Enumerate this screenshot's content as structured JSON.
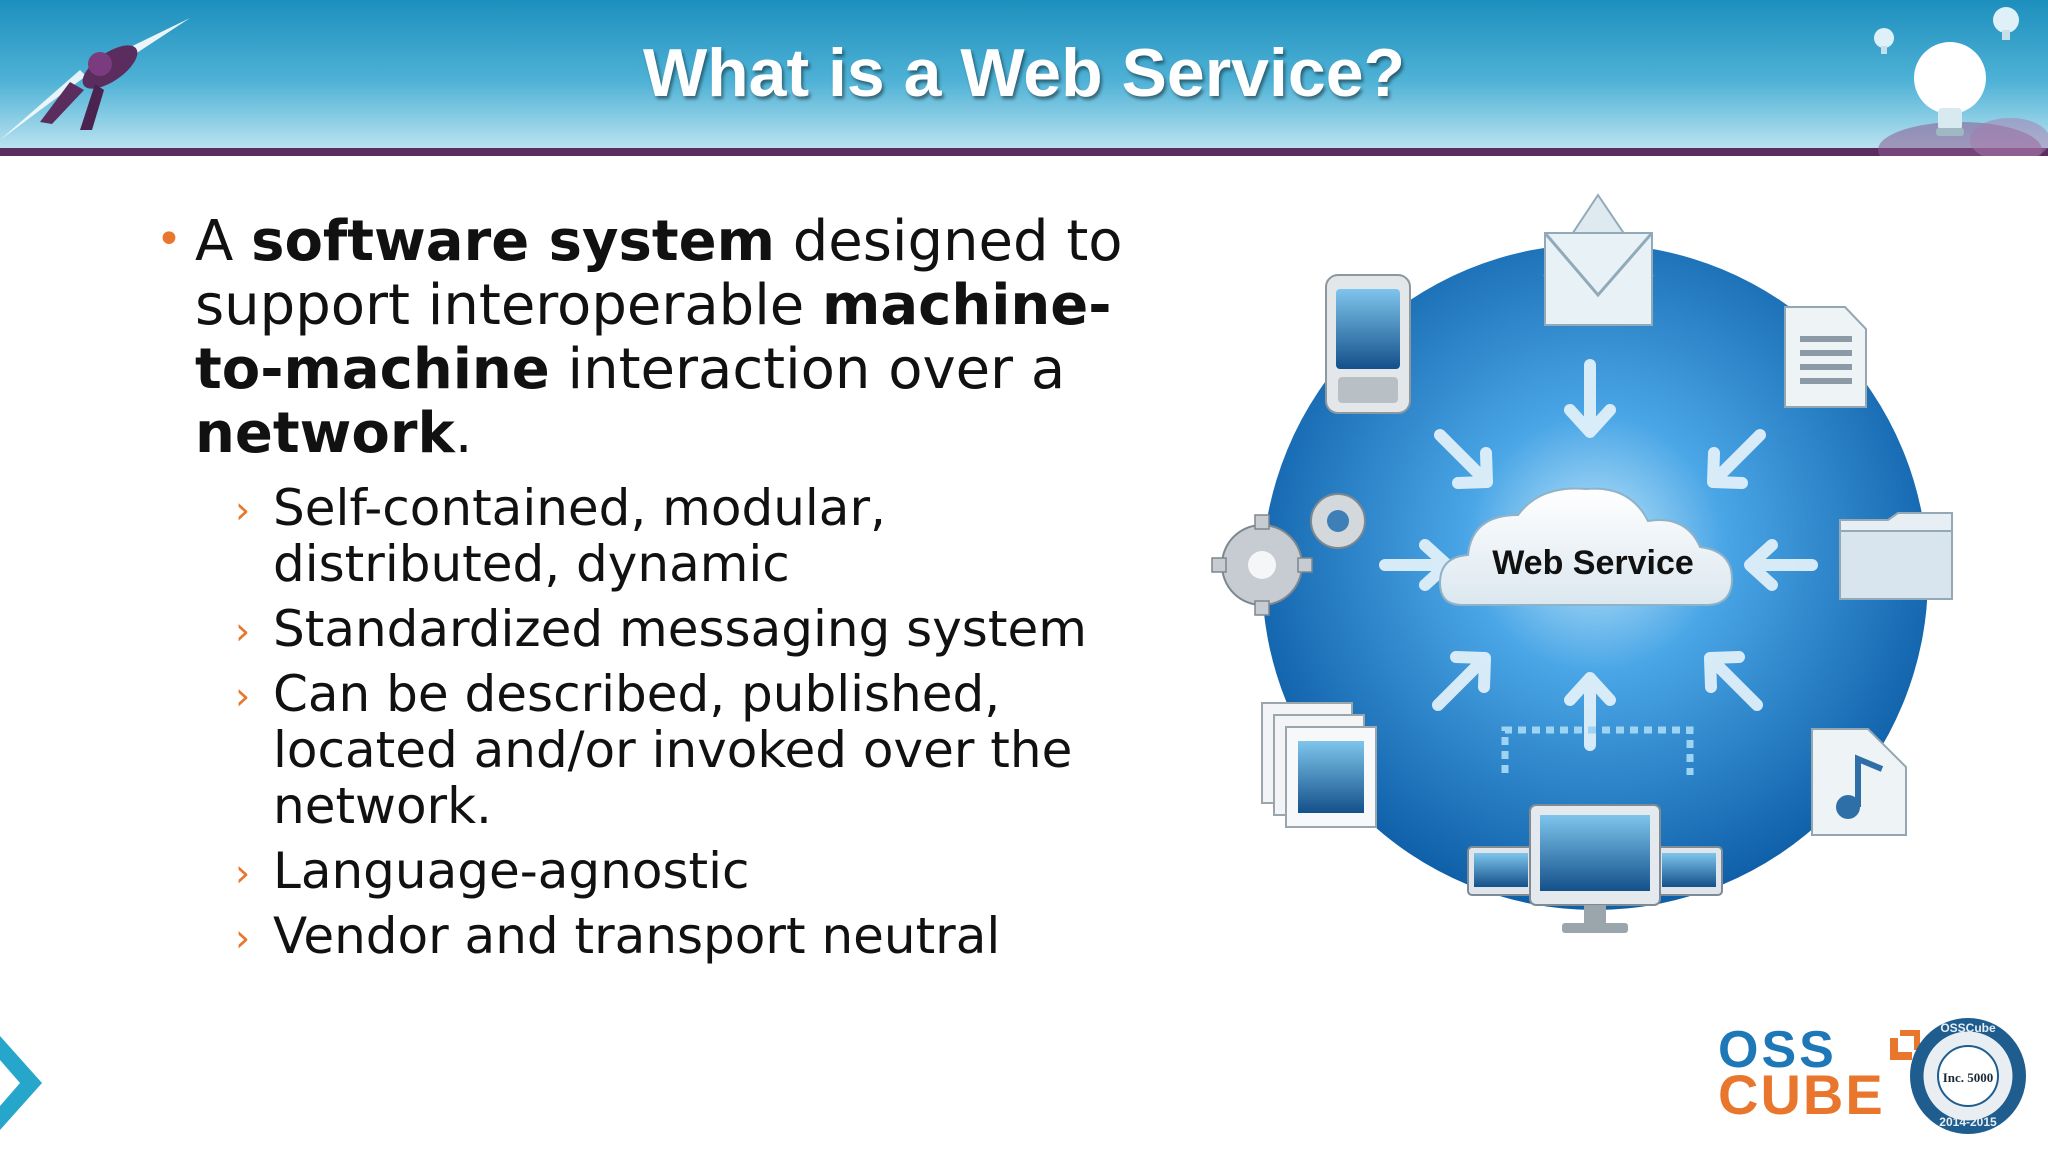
{
  "slide": {
    "title": "What is a Web Service?",
    "bullet": {
      "p1": "A ",
      "b1": "software system",
      "p2": " designed to support interoperable ",
      "b2": "machine-to-machine",
      "p3": " interaction over a ",
      "b3": "network",
      "p4": "."
    },
    "sub_bullets": [
      "Self-contained, modular, distributed, dynamic",
      "Standardized messaging system",
      "Can be described, published, located and/or invoked over the network.",
      "Language-agnostic",
      "Vendor and transport  neutral"
    ],
    "diagram_label": "Web Service"
  },
  "logo": {
    "line1": "OSS",
    "line2": "CUBE",
    "seal_top": "OSSCube",
    "seal_center": "Inc. 5000",
    "seal_bottom": "2014-2015"
  },
  "colors": {
    "header": "#1d8fbd",
    "accent_bar": "#5b2c5e",
    "bullet": "#e8762d",
    "logo_blue": "#1e78b8",
    "logo_orange": "#e8762d"
  },
  "icons": [
    "rocket-icon",
    "lightbulb-icon",
    "mobile-phone-icon",
    "envelope-icon",
    "document-icon",
    "folder-icon",
    "music-file-icon",
    "computers-icon",
    "images-icon",
    "gears-icon",
    "cloud-icon",
    "next-slide-icon"
  ]
}
